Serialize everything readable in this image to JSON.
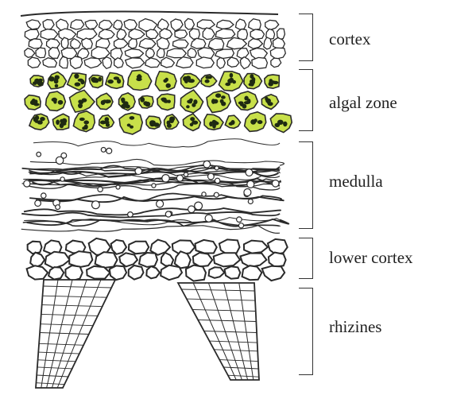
{
  "layers": [
    {
      "id": "cortex",
      "label": "cortex"
    },
    {
      "id": "algal-zone",
      "label": "algal zone"
    },
    {
      "id": "medulla",
      "label": "medulla"
    },
    {
      "id": "lower-cortex",
      "label": "lower cortex"
    },
    {
      "id": "rhizines",
      "label": "rhizines"
    }
  ],
  "colors": {
    "algae_fill": "#c8e04a",
    "algae_dark": "#1f2a12",
    "ink": "#2a2a2a"
  }
}
